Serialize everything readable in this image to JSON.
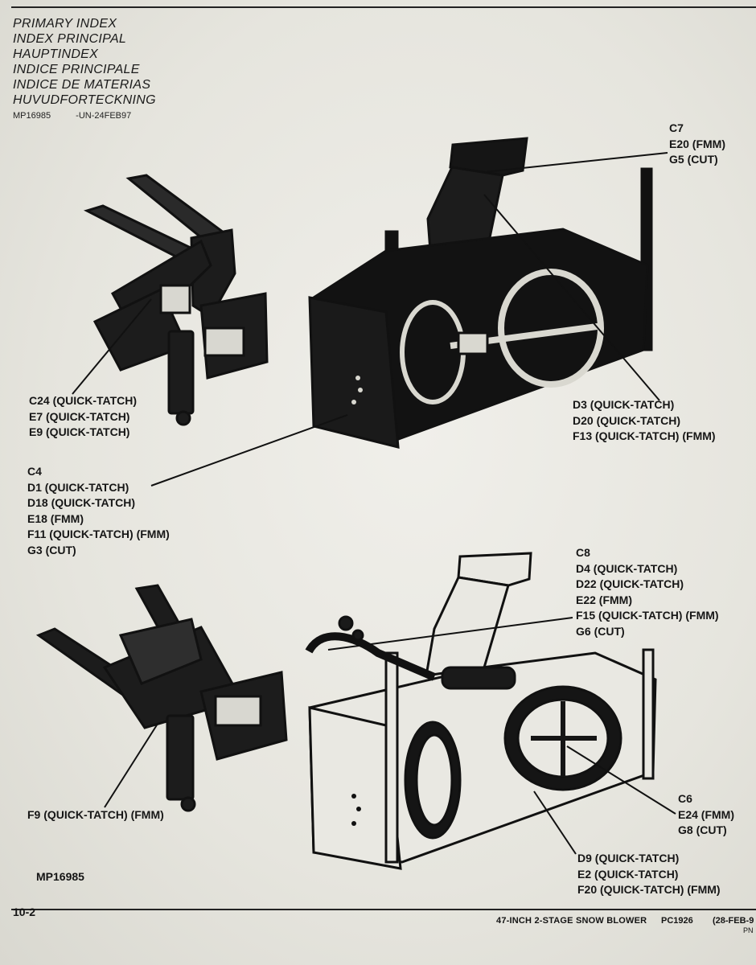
{
  "header": {
    "titles": [
      "PRIMARY INDEX",
      "INDEX PRINCIPAL",
      "HAUPTINDEX",
      "INDICE PRINCIPALE",
      "INDICE DE MATERIAS",
      "HUVUDFORTECKNING"
    ],
    "ref_code": "MP16985",
    "ref_date": "-UN-24FEB97"
  },
  "callouts": {
    "chute_top": [
      "C7",
      "E20 (FMM)",
      "G5 (CUT)"
    ],
    "hitch_top": [
      "C24 (QUICK-TATCH)",
      "E7 (QUICK-TATCH)",
      "E9 (QUICK-TATCH)"
    ],
    "augers_top": [
      "D3 (QUICK-TATCH)",
      "D20 (QUICK-TATCH)",
      "F13 (QUICK-TATCH) (FMM)"
    ],
    "housing_top": [
      "C4",
      "D1 (QUICK-TATCH)",
      "D18 (QUICK-TATCH)",
      "E18 (FMM)",
      "F11 (QUICK-TATCH) (FMM)",
      "G3 (CUT)"
    ],
    "chute_bottom": [
      "C8",
      "D4 (QUICK-TATCH)",
      "D22 (QUICK-TATCH)",
      "E22 (FMM)",
      "F15 (QUICK-TATCH) (FMM)",
      "G6 (CUT)"
    ],
    "hitch_bottom": [
      "F9 (QUICK-TATCH) (FMM)"
    ],
    "auger_bottom": [
      "C6",
      "E24 (FMM)",
      "G8 (CUT)"
    ],
    "drive_bottom": [
      "D9 (QUICK-TATCH)",
      "E2 (QUICK-TATCH)",
      "F20 (QUICK-TATCH) (FMM)"
    ]
  },
  "figure_id": "MP16985",
  "footer": {
    "page": "10-2",
    "title": "47-INCH 2-STAGE SNOW BLOWER",
    "pc": "PC1926",
    "date": "(28-FEB-9",
    "code": "PN"
  }
}
